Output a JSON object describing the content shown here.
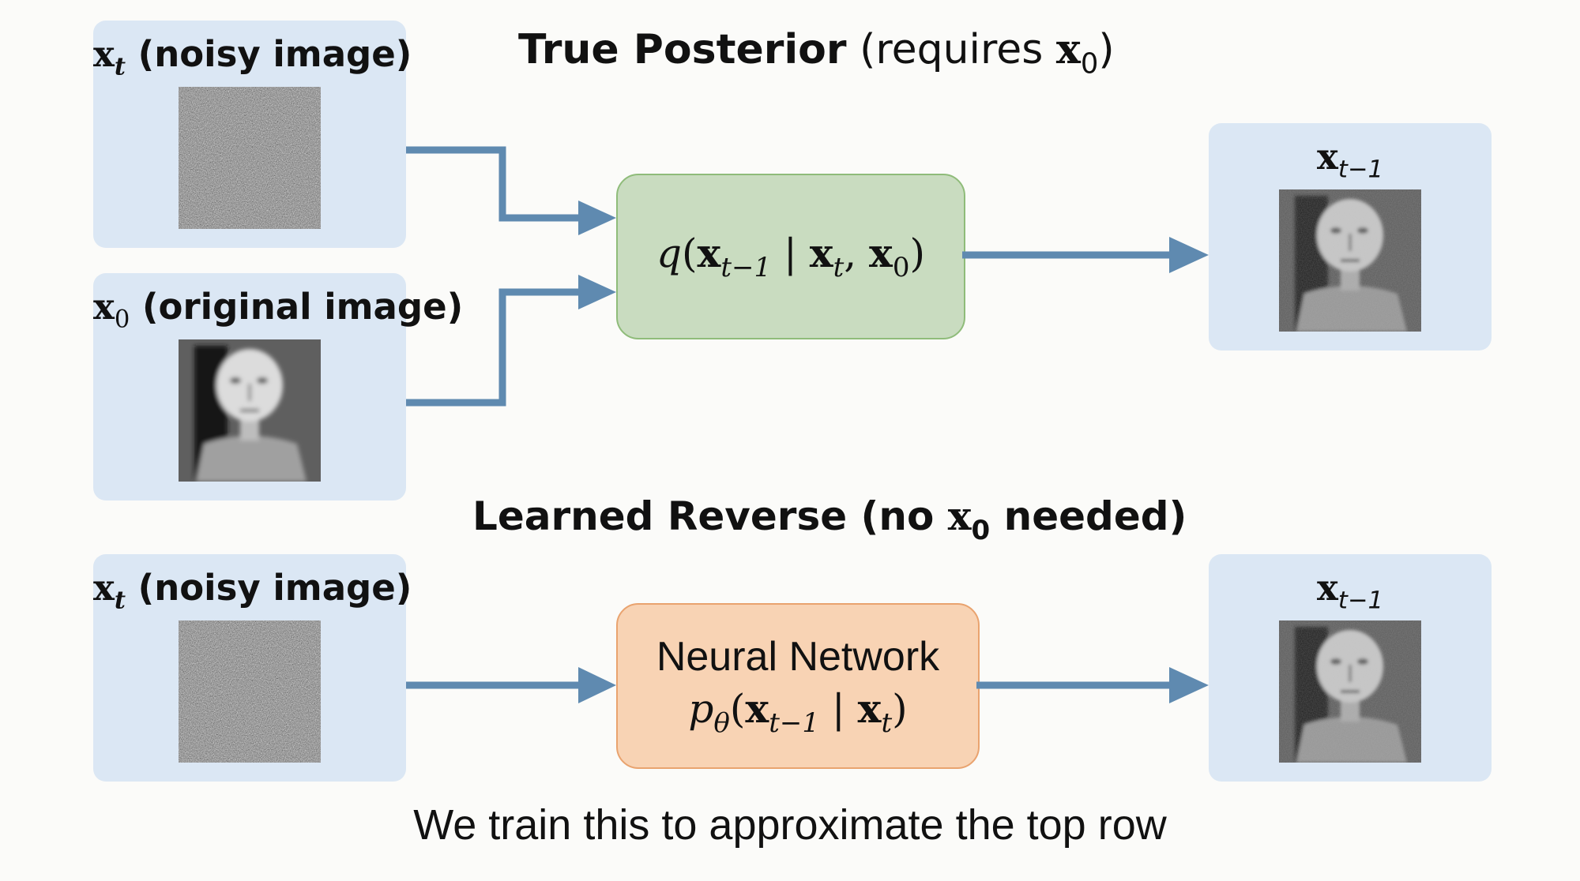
{
  "top": {
    "heading": {
      "bold": "True Posterior",
      "rest_before": " (requires ",
      "var": "x",
      "var_sub": "0",
      "rest_after": ")"
    },
    "input_noisy": {
      "var": "x",
      "sub": "t",
      "text": " (noisy image)"
    },
    "input_original": {
      "var": "x",
      "sub": "0",
      "text": " (original image)"
    },
    "posterior_box": {
      "q": "q",
      "open": "(",
      "x1": "x",
      "x1_sub": "t−1",
      "bar": " | ",
      "x2": "x",
      "x2_sub": "t",
      "comma": ",",
      "x3": "x",
      "x3_sub": "0",
      "close": ")",
      "color": "#c9dcc0"
    },
    "output": {
      "var": "x",
      "sub": "t−1"
    }
  },
  "bottom": {
    "heading": {
      "text_before": "Learned Reverse (no ",
      "var": "x",
      "var_sub": "0",
      "text_after": " needed)"
    },
    "input_noisy": {
      "var": "x",
      "sub": "t",
      "text": " (noisy image)"
    },
    "network_box": {
      "title": "Neural Network",
      "p": "p",
      "p_sub": "θ",
      "open": "(",
      "x1": "x",
      "x1_sub": "t−1",
      "bar": " | ",
      "x2": "x",
      "x2_sub": "t",
      "close": ")",
      "color": "#f8d3b4"
    },
    "output": {
      "var": "x",
      "sub": "t−1"
    }
  },
  "caption": "We train this to approximate the top row",
  "colors": {
    "panel": "#dbe7f4",
    "arrow": "#5f8ab0",
    "posterior_border": "#8fbc7a",
    "network_border": "#e9a36f"
  }
}
